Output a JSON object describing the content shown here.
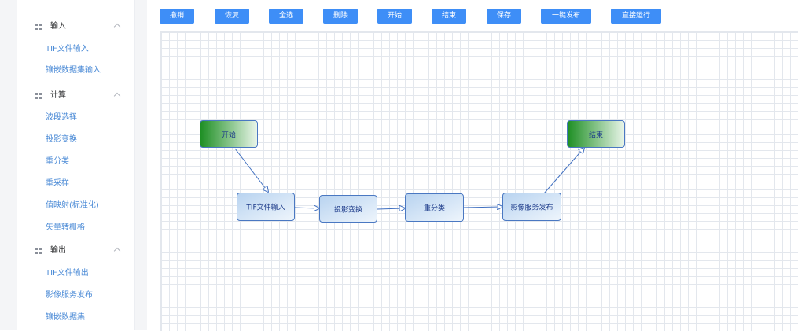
{
  "sidebar": {
    "groups": [
      {
        "label": "输入",
        "items": [
          "TIF文件输入",
          "镶嵌数据集输入"
        ]
      },
      {
        "label": "计算",
        "items": [
          "波段选择",
          "投影变换",
          "重分类",
          "重采样",
          "值映射(标准化)",
          "矢量转栅格"
        ]
      },
      {
        "label": "输出",
        "items": [
          "TIF文件输出",
          "影像服务发布",
          "镶嵌数据集"
        ]
      }
    ]
  },
  "toolbar": {
    "buttons": [
      "撤销",
      "恢复",
      "全选",
      "删除",
      "开始",
      "结束",
      "保存",
      "一键发布",
      "直接运行"
    ]
  },
  "flow": {
    "nodes": {
      "start": "开始",
      "end": "结束",
      "tif_input": "TIF文件输入",
      "projection": "投影变换",
      "reclassify": "重分类",
      "publish": "影像服务发布"
    }
  },
  "colors": {
    "accent": "#3e8ef7",
    "link": "#4a8ad6",
    "node_border": "#4a78c2",
    "start_end_green": "#1e8f24"
  }
}
